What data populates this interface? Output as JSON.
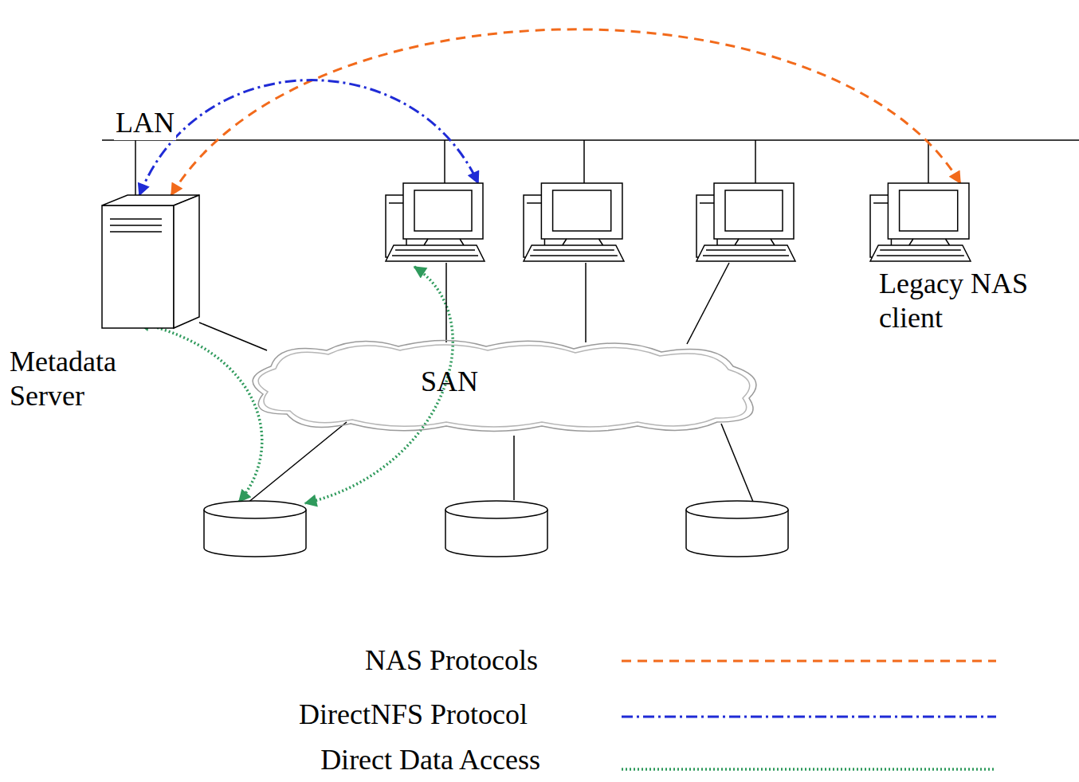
{
  "diagram": {
    "nodes": [
      {
        "text": [
          "Metadata Server"
        ]
      },
      {
        "text": []
      },
      {
        "text": []
      },
      {
        "text": []
      },
      {
        "text": [
          "Legacy NAS client"
        ]
      },
      {
        "text": [
          "SAN"
        ]
      },
      {
        "text": []
      },
      {
        "text": []
      },
      {
        "text": []
      }
    ],
    "edges": [
      {
        "from": 0,
        "to": 4,
        "arrow": "both"
      },
      {
        "from": 0,
        "to": 1,
        "arrow": "both"
      },
      {
        "from": 0,
        "to": 6,
        "arrow": "both"
      },
      {
        "from": 1,
        "to": 6,
        "arrow": "both"
      },
      {
        "from": 0,
        "to": 5,
        "arrow": "none"
      },
      {
        "from": 1,
        "to": 5,
        "arrow": "none"
      },
      {
        "from": 2,
        "to": 5,
        "arrow": "none"
      },
      {
        "from": 3,
        "to": 5,
        "arrow": "none"
      },
      {
        "from": 5,
        "to": 6,
        "arrow": "none"
      },
      {
        "from": 5,
        "to": 7,
        "arrow": "none"
      },
      {
        "from": 5,
        "to": 8,
        "arrow": "none"
      }
    ],
    "labels": [
      "LAN"
    ],
    "legend": [
      {
        "text": "NAS Protocols"
      },
      {
        "text": "DirectNFS Protocol"
      },
      {
        "text": "Direct Data Access"
      }
    ]
  }
}
